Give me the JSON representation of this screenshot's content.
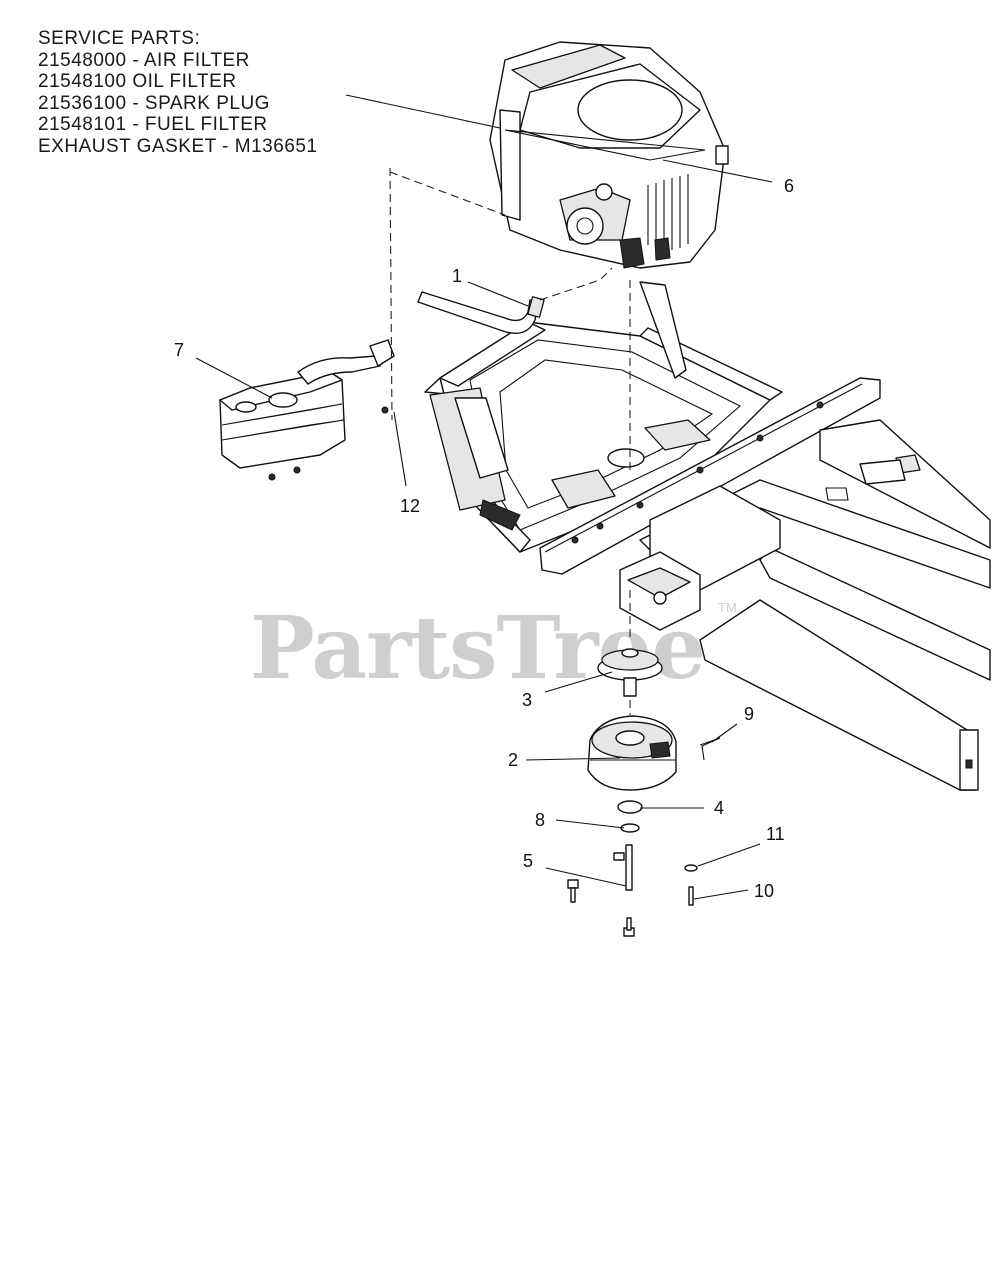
{
  "service_parts": [
    "SERVICE PARTS:",
    "21548000 - AIR FILTER",
    "21548100    OIL FILTER",
    "21536100 - SPARK PLUG",
    "21548101 - FUEL FILTER",
    "EXHAUST GASKET - M136651"
  ],
  "callouts": {
    "c1": "1",
    "c2": "2",
    "c3": "3",
    "c4": "4",
    "c5": "5",
    "c6": "6",
    "c7": "7",
    "c8": "8",
    "c9": "9",
    "c10": "10",
    "c11": "11",
    "c12": "12"
  },
  "watermark": {
    "brand": "PartsTree",
    "tm": "TM"
  },
  "icons": [
    "engine",
    "muffler",
    "frame",
    "clutch",
    "pulley",
    "bolt",
    "washer",
    "key"
  ]
}
